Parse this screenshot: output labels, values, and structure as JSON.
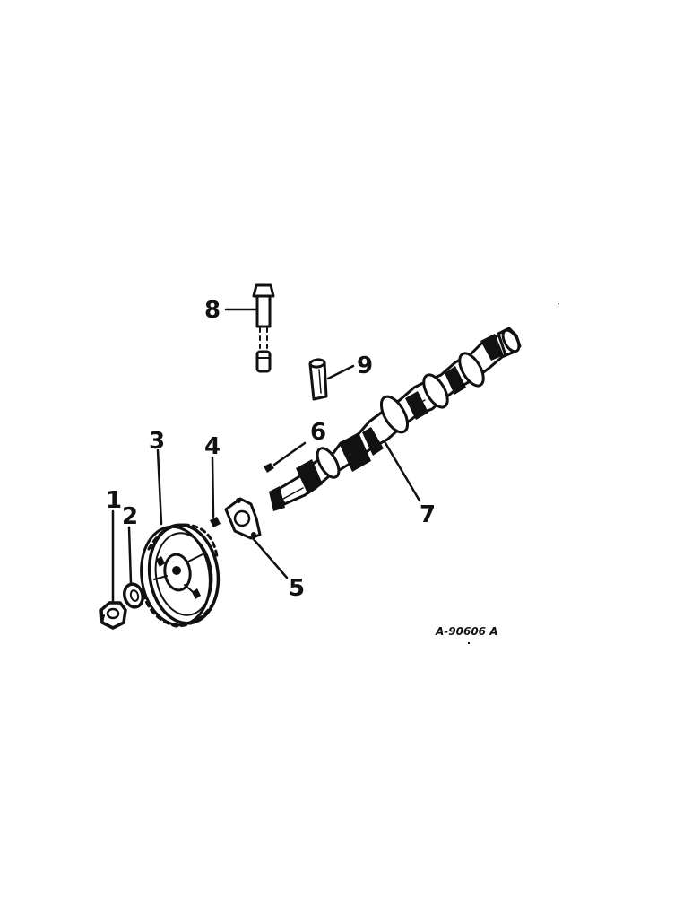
{
  "diagram": {
    "reference": "A-90606 A",
    "callouts": [
      "1",
      "2",
      "3",
      "4",
      "5",
      "6",
      "7",
      "8",
      "9"
    ]
  }
}
